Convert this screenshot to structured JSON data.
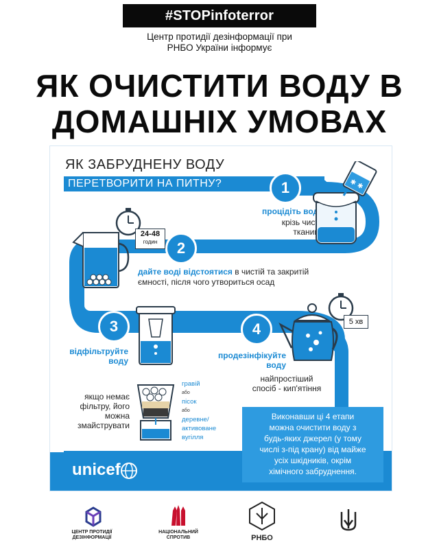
{
  "header": {
    "hashtag": "#STOPinfoterror",
    "source_line1": "Центр протидії дезінформації при",
    "source_line2": "РНБО України інформує",
    "title_line1": "ЯК ОЧИСТИТИ ВОДУ В",
    "title_line2": "ДОМАШНІХ УМОВАХ"
  },
  "poster": {
    "heading_line1": "ЯК ЗАБРУДНЕНУ ВОДУ",
    "heading_line2": "ПЕРЕТВОРИТИ НА ПИТНУ?",
    "steps": [
      {
        "number": "1",
        "highlight": "процідіть воду",
        "text_line1": "крізь чисту",
        "text_line2": "тканину"
      },
      {
        "number": "2",
        "timer_line1": "24-48",
        "timer_line2": "годин",
        "highlight": "дайте воді відстоятися",
        "text_line1": " в чистій та закритій",
        "text_line2": "ємності, після чого утвориться осад"
      },
      {
        "number": "3",
        "highlight_line1": "відфільтруйте",
        "highlight_line2": "воду"
      },
      {
        "number": "4",
        "timer": "5 хв",
        "highlight_line1": "продезінфікуйте",
        "highlight_line2": "воду",
        "text_line1": "найпростіший",
        "text_line2": "спосіб - кип'ятіння"
      }
    ],
    "diy_filter": {
      "note_line1": "якщо немає",
      "note_line2": "фільтру, його",
      "note_line3": "можна",
      "note_line4": "змайструвати",
      "layers": [
        "гравій",
        "або",
        "пісок",
        "або",
        "деревне/",
        "активоване",
        "вугілля"
      ]
    },
    "summary_lines": [
      "Виконавши ці 4 етапи",
      "можна очистити воду з",
      "будь-яких джерел (у тому",
      "числі з-під крану) від майже",
      "усіх шкідників, окрім",
      "хімічного забруднення."
    ],
    "brand": "unicef"
  },
  "footer": {
    "logo1_line1": "ЦЕНТР ПРОТИДІЇ",
    "logo1_line2": "ДЕЗІНФОРМАЦІЇ",
    "logo2_line1": "НАЦІОНАЛЬНИЙ",
    "logo2_line2": "СПРОТИВ",
    "logo3": "РНБО"
  },
  "colors": {
    "accent_blue": "#1b8ad3",
    "light_blue": "#5db4e8",
    "black": "#0a0a0a",
    "red": "#c8102e",
    "navy": "#2b3d8f"
  },
  "icons": [
    "stopwatch-icon",
    "jar-icon",
    "glass-pour-icon",
    "teapot-icon",
    "pitcher-icon",
    "filter-jug-icon",
    "unicef-globe-icon",
    "cube-logo-icon",
    "trident-icon",
    "flame-icon"
  ]
}
